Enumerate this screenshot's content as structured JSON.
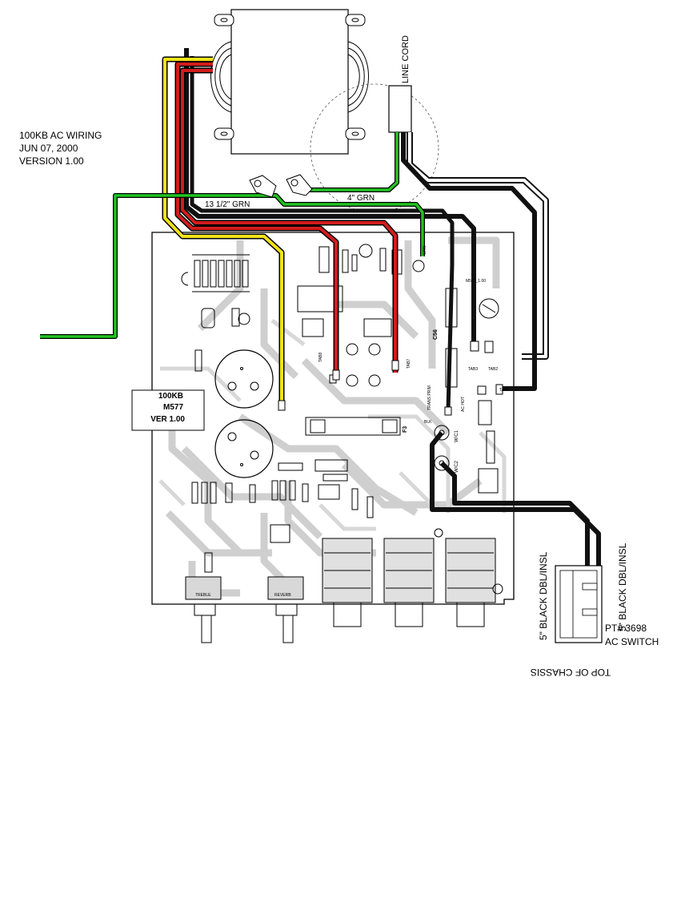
{
  "header": {
    "title": "100KB  AC  WIRING",
    "date": "JUN 07, 2000",
    "version": "VERSION 1.00"
  },
  "labels": {
    "line_cord": "LINE CORD",
    "grn_long": "13 1/2\" GRN",
    "grn_short": "4\" GRN",
    "black_left": "5\" BLACK DBL/INSL",
    "black_right": "5\" BLACK DBL/INSL",
    "switch_part": "PT# 3698",
    "switch_name": "AC SWITCH",
    "top_of_chassis": "TOP OF CHASSIS"
  },
  "board_label": {
    "line1": "100KB",
    "line2": "M577",
    "line3": "VER 1.00"
  },
  "pcb_marks": {
    "tab8": "TAB8",
    "tab7": "TAB7",
    "tab3": "TAB3",
    "tab2": "TAB2",
    "tab1": "TAB1",
    "grn": "GRN",
    "c56": "C56",
    "f3": "F3",
    "ac_hot": "AC HOT",
    "blk": "BLK",
    "wc1": "W/C1",
    "wc2": "W/C2",
    "trans_prim": "TRANS PRIM",
    "treble": "TREBLE",
    "reverb": "REVERB",
    "m577": "M577_1.00"
  },
  "colors": {
    "green_wire": "#22c322",
    "red_wire": "#d21c1c",
    "yellow_wire": "#f2e21a",
    "black_wire": "#111111",
    "trace": "#cfcfcf"
  }
}
